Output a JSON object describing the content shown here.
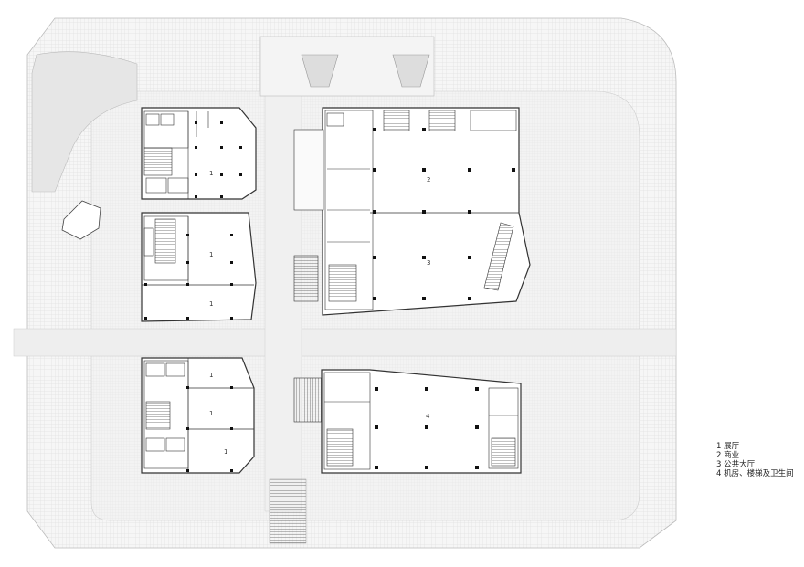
{
  "legend": {
    "items": [
      {
        "label": "1 展厅"
      },
      {
        "label": "2 商业"
      },
      {
        "label": "3 公共大厅"
      },
      {
        "label": "4 机房、楼梯及卫生间"
      }
    ]
  },
  "room_numbers": {
    "a": "1",
    "b": "1",
    "c": "1",
    "d": "1",
    "e": "1",
    "f": "1",
    "g": "2",
    "h": "3",
    "i": "4"
  },
  "colors": {
    "ground_hatch": "#d9d9d9",
    "walls": "#333333",
    "columns": "#111111",
    "background": "#ffffff"
  }
}
